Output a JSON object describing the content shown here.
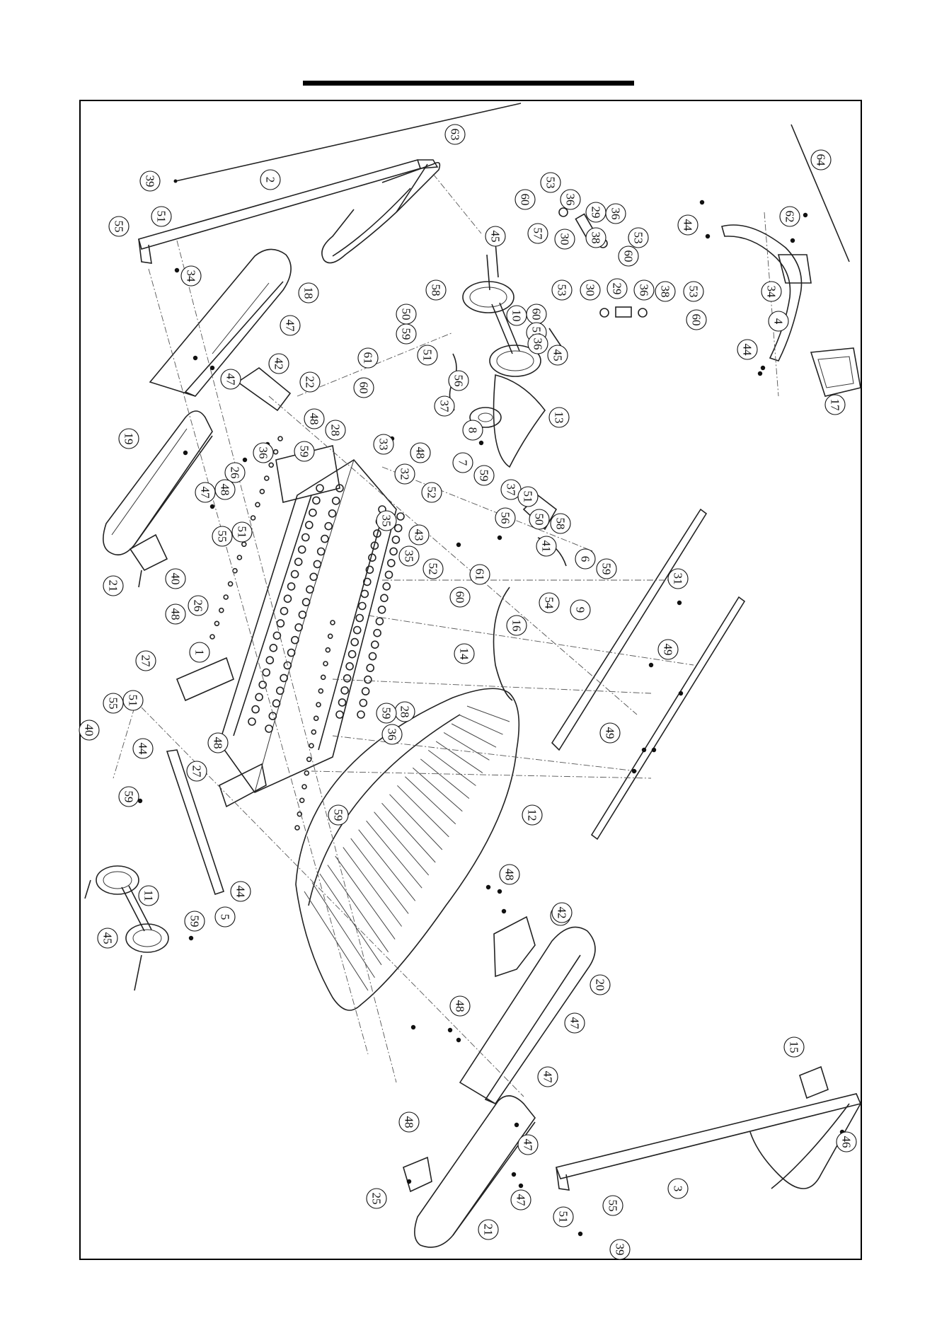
{
  "diagram": {
    "type": "exploded-parts-diagram",
    "callouts": [
      {
        "label": "63",
        "r": 90
      },
      {
        "label": "2",
        "r": 90
      },
      {
        "label": "39",
        "r": 90
      },
      {
        "label": "51",
        "r": 90
      },
      {
        "label": "55",
        "r": 90
      },
      {
        "label": "34",
        "r": 90
      },
      {
        "label": "18",
        "r": 90
      },
      {
        "label": "47",
        "r": 90
      },
      {
        "label": "42",
        "r": 90
      },
      {
        "label": "22",
        "r": 90
      },
      {
        "label": "47",
        "r": 90
      },
      {
        "label": "48",
        "r": 90
      },
      {
        "label": "19",
        "r": 90
      },
      {
        "label": "26",
        "r": 90
      },
      {
        "label": "47",
        "r": 90
      },
      {
        "label": "48",
        "r": 90
      },
      {
        "label": "36",
        "r": 90
      },
      {
        "label": "28",
        "r": 90
      },
      {
        "label": "59",
        "r": 90
      },
      {
        "label": "33",
        "r": 90
      },
      {
        "label": "48",
        "r": 90
      },
      {
        "label": "32",
        "r": 90
      },
      {
        "label": "55",
        "r": 90
      },
      {
        "label": "51",
        "r": 90
      },
      {
        "label": "52",
        "r": 90
      },
      {
        "label": "35",
        "r": 90
      },
      {
        "label": "43",
        "r": 90
      },
      {
        "label": "35",
        "r": 90
      },
      {
        "label": "52",
        "r": 90
      },
      {
        "label": "40",
        "r": 90
      },
      {
        "label": "26",
        "r": 90
      },
      {
        "label": "21",
        "r": 90
      },
      {
        "label": "48",
        "r": 90
      },
      {
        "label": "1",
        "r": 90
      },
      {
        "label": "27",
        "r": 90
      },
      {
        "label": "51",
        "r": 90
      },
      {
        "label": "55",
        "r": 90
      },
      {
        "label": "40",
        "r": 90
      },
      {
        "label": "48",
        "r": 90
      },
      {
        "label": "44",
        "r": 90
      },
      {
        "label": "27",
        "r": 90
      },
      {
        "label": "59",
        "r": 90
      },
      {
        "label": "36",
        "r": 90
      },
      {
        "label": "28",
        "r": 90
      },
      {
        "label": "59",
        "r": 90
      },
      {
        "label": "59",
        "r": 90
      },
      {
        "label": "44",
        "r": 90
      },
      {
        "label": "11",
        "r": 90
      },
      {
        "label": "5",
        "r": 90
      },
      {
        "label": "59",
        "r": 90
      },
      {
        "label": "45",
        "r": 90
      },
      {
        "label": "60",
        "r": 90
      },
      {
        "label": "53",
        "r": 90
      },
      {
        "label": "36",
        "r": 90
      },
      {
        "label": "57",
        "r": 90
      },
      {
        "label": "29",
        "r": 90
      },
      {
        "label": "30",
        "r": 90
      },
      {
        "label": "36",
        "r": 90
      },
      {
        "label": "38",
        "r": 90
      },
      {
        "label": "53",
        "r": 90
      },
      {
        "label": "60",
        "r": 90
      },
      {
        "label": "45",
        "r": 90
      },
      {
        "label": "58",
        "r": 90
      },
      {
        "label": "50",
        "r": 90
      },
      {
        "label": "59",
        "r": 90
      },
      {
        "label": "51",
        "r": 90
      },
      {
        "label": "61",
        "r": 90
      },
      {
        "label": "60",
        "r": 90
      },
      {
        "label": "56",
        "r": 90
      },
      {
        "label": "37",
        "r": 90
      },
      {
        "label": "8",
        "r": 90
      },
      {
        "label": "10",
        "r": 90
      },
      {
        "label": "45",
        "r": 90
      },
      {
        "label": "53",
        "r": 90
      },
      {
        "label": "60",
        "r": 90
      },
      {
        "label": "57",
        "r": 90
      },
      {
        "label": "36",
        "r": 90
      },
      {
        "label": "30",
        "r": 90
      },
      {
        "label": "29",
        "r": 90
      },
      {
        "label": "36",
        "r": 90
      },
      {
        "label": "38",
        "r": 90
      },
      {
        "label": "53",
        "r": 90
      },
      {
        "label": "60",
        "r": 90
      },
      {
        "label": "7",
        "r": 90
      },
      {
        "label": "59",
        "r": 90
      },
      {
        "label": "13",
        "r": 90
      },
      {
        "label": "37",
        "r": 90
      },
      {
        "label": "56",
        "r": 90
      },
      {
        "label": "51",
        "r": 90
      },
      {
        "label": "50",
        "r": 90
      },
      {
        "label": "58",
        "r": 90
      },
      {
        "label": "41",
        "r": 90
      },
      {
        "label": "61",
        "r": 90
      },
      {
        "label": "60",
        "r": 90
      },
      {
        "label": "6",
        "r": 90
      },
      {
        "label": "59",
        "r": 90
      },
      {
        "label": "9",
        "r": 90
      },
      {
        "label": "54",
        "r": 90
      },
      {
        "label": "16",
        "r": 90
      },
      {
        "label": "14",
        "r": 90
      },
      {
        "label": "31",
        "r": 90
      },
      {
        "label": "49",
        "r": 90
      },
      {
        "label": "49",
        "r": 90
      },
      {
        "label": "12",
        "r": 90
      },
      {
        "label": "64",
        "r": 90
      },
      {
        "label": "62",
        "r": 90
      },
      {
        "label": "44",
        "r": 90
      },
      {
        "label": "34",
        "r": 90
      },
      {
        "label": "4",
        "r": 90
      },
      {
        "label": "44",
        "r": 90
      },
      {
        "label": "17",
        "r": 90
      },
      {
        "label": "48",
        "r": 90
      },
      {
        "label": "23",
        "r": 90
      },
      {
        "label": "42",
        "r": 90
      },
      {
        "label": "20",
        "r": 90
      },
      {
        "label": "47",
        "r": 90
      },
      {
        "label": "48",
        "r": 90
      },
      {
        "label": "47",
        "r": 90
      },
      {
        "label": "47",
        "r": 90
      },
      {
        "label": "48",
        "r": 90
      },
      {
        "label": "25",
        "r": 90
      },
      {
        "label": "47",
        "r": 90
      },
      {
        "label": "21",
        "r": 90
      },
      {
        "label": "15",
        "r": 90
      },
      {
        "label": "46",
        "r": 90
      },
      {
        "label": "3",
        "r": 90
      },
      {
        "label": "55",
        "r": 90
      },
      {
        "label": "51",
        "r": 90
      },
      {
        "label": "39",
        "r": 90
      }
    ]
  }
}
